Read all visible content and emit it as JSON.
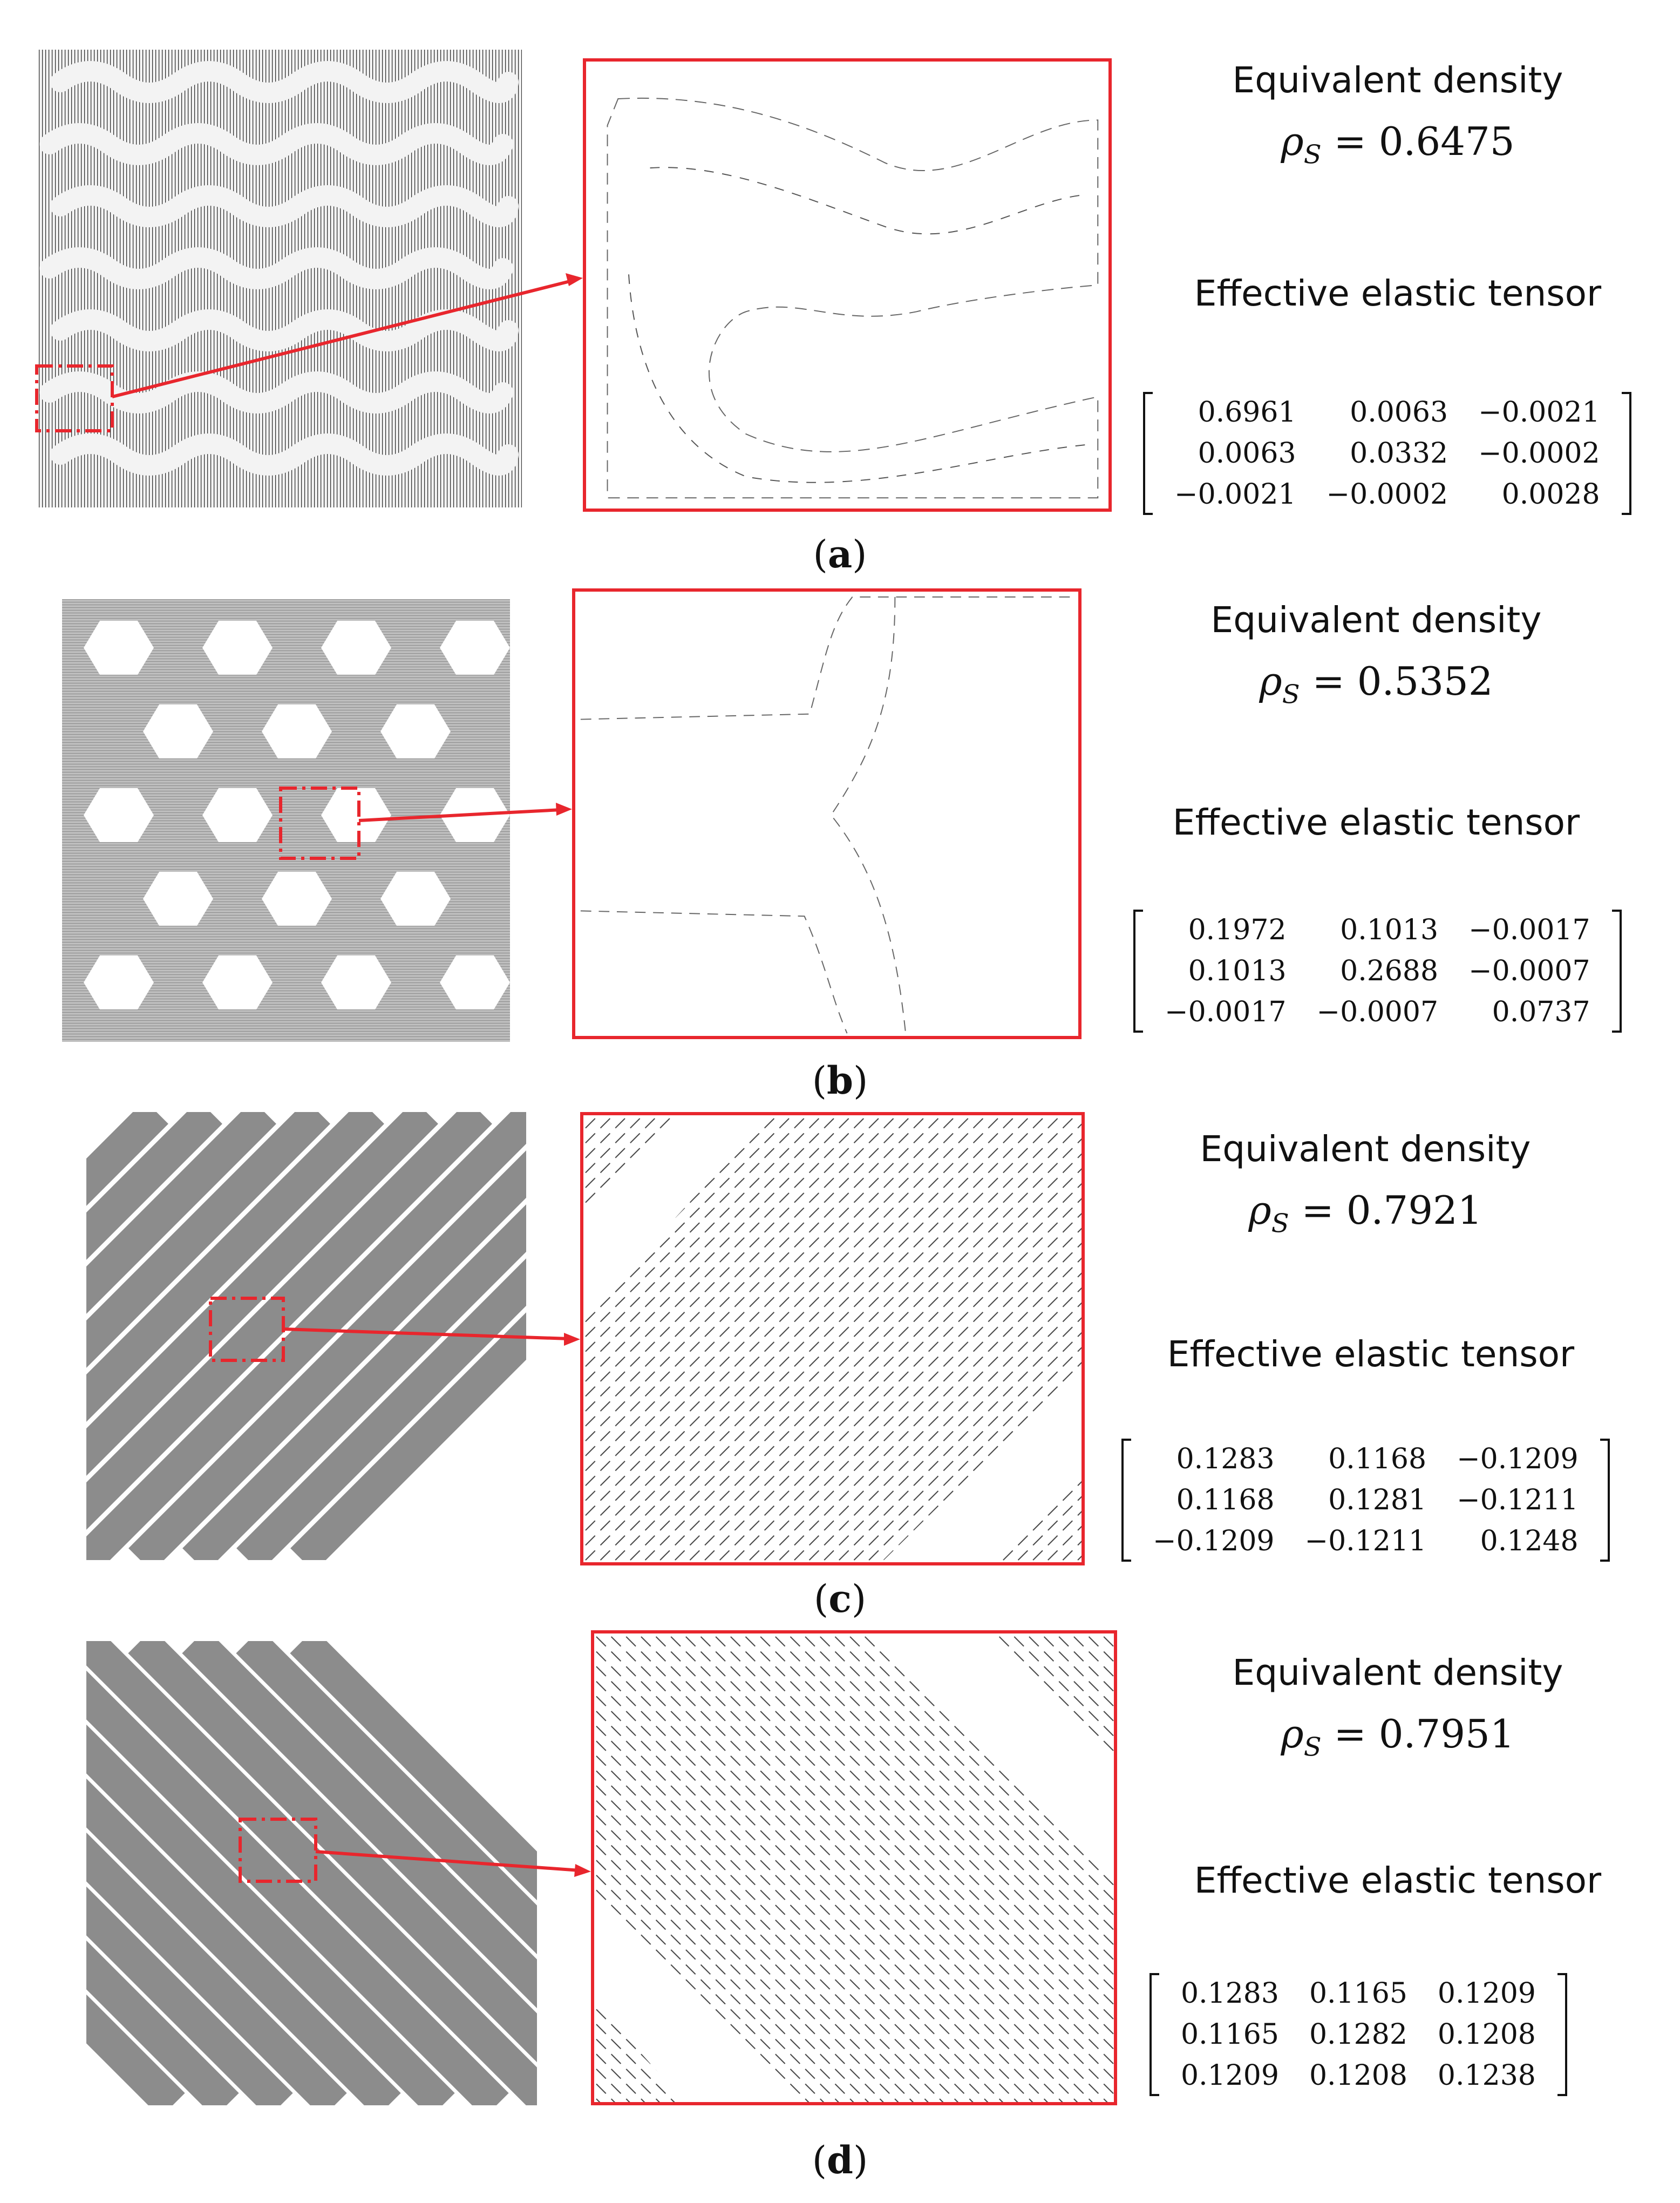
{
  "panels": [
    {
      "id": "a",
      "label": "a",
      "density_title": "Equivalent density",
      "rho_symbol": "ρ",
      "rho_sub": "S",
      "rho_value": "0.6475",
      "tensor_title": "Effective elastic tensor",
      "tensor": [
        [
          "0.6961",
          "0.0063",
          "−0.0021"
        ],
        [
          "0.0063",
          "0.0332",
          "−0.0002"
        ],
        [
          "−0.0021",
          "−0.0002",
          "0.0028"
        ]
      ]
    },
    {
      "id": "b",
      "label": "b",
      "density_title": "Equivalent density",
      "rho_symbol": "ρ",
      "rho_sub": "S",
      "rho_value": "0.5352",
      "tensor_title": "Effective elastic tensor",
      "tensor": [
        [
          "0.1972",
          "0.1013",
          "−0.0017"
        ],
        [
          "0.1013",
          "0.2688",
          "−0.0007"
        ],
        [
          "−0.0017",
          "−0.0007",
          "0.0737"
        ]
      ]
    },
    {
      "id": "c",
      "label": "c",
      "density_title": "Equivalent density",
      "rho_symbol": "ρ",
      "rho_sub": "S",
      "rho_value": "0.7921",
      "tensor_title": "Effective elastic tensor",
      "tensor": [
        [
          "0.1283",
          "0.1168",
          "−0.1209"
        ],
        [
          "0.1168",
          "0.1281",
          "−0.1211"
        ],
        [
          "−0.1209",
          "−0.1211",
          "0.1248"
        ]
      ]
    },
    {
      "id": "d",
      "label": "d",
      "density_title": "Equivalent density",
      "rho_symbol": "ρ",
      "rho_sub": "S",
      "rho_value": "0.7951",
      "tensor_title": "Effective elastic tensor",
      "tensor": [
        [
          "0.1283",
          "0.1165",
          "0.1209"
        ],
        [
          "0.1165",
          "0.1282",
          "0.1208"
        ],
        [
          "0.1209",
          "0.1208",
          "0.1238"
        ]
      ]
    }
  ],
  "colors": {
    "accent": "#e8262d",
    "ink": "#111111",
    "pattern_dark": "#3a3a3a",
    "pattern_light": "#9a9a9a"
  }
}
